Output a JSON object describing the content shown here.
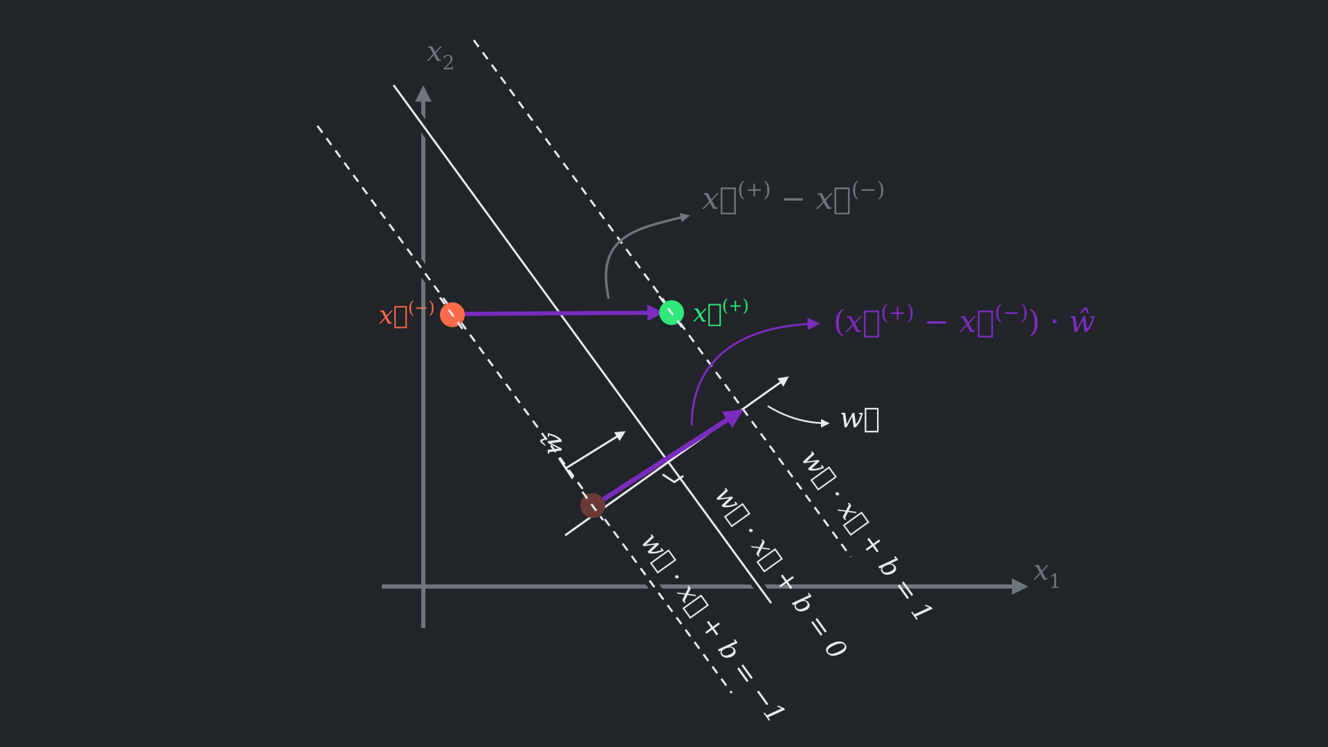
{
  "colors": {
    "background": "#212428",
    "axis": "#6e757c",
    "line": "#e9ecef",
    "purple": "#7b2cbf",
    "negative": "#ff6b4a",
    "positive": "#2ee87a",
    "support_point": "#6b3a36"
  },
  "axes": {
    "x_label": {
      "base": "x",
      "sub": "1"
    },
    "y_label": {
      "base": "x",
      "sub": "2"
    }
  },
  "points": {
    "negative": {
      "vec": "x⃗",
      "sup": "(−)"
    },
    "positive": {
      "vec": "x⃗",
      "sup": "(+)"
    }
  },
  "annotations": {
    "difference": {
      "a": "x⃗",
      "a_sup": "(+)",
      "op": " − ",
      "b": "x⃗",
      "b_sup": "(−)"
    },
    "projection": {
      "open": "(",
      "a": "x⃗",
      "a_sup": "(+)",
      "op": " − ",
      "b": "x⃗",
      "b_sup": "(−)",
      "close": ")",
      "dot": " · ",
      "w_hat": "ŵ"
    },
    "w_vector": "w⃗",
    "w_hat": "ŵ"
  },
  "lines": {
    "positive_margin": "w⃗ · x⃗ + b = 1",
    "decision_boundary": "w⃗ · x⃗ + b = 0",
    "negative_margin": "w⃗ · x⃗ + b = −1"
  }
}
